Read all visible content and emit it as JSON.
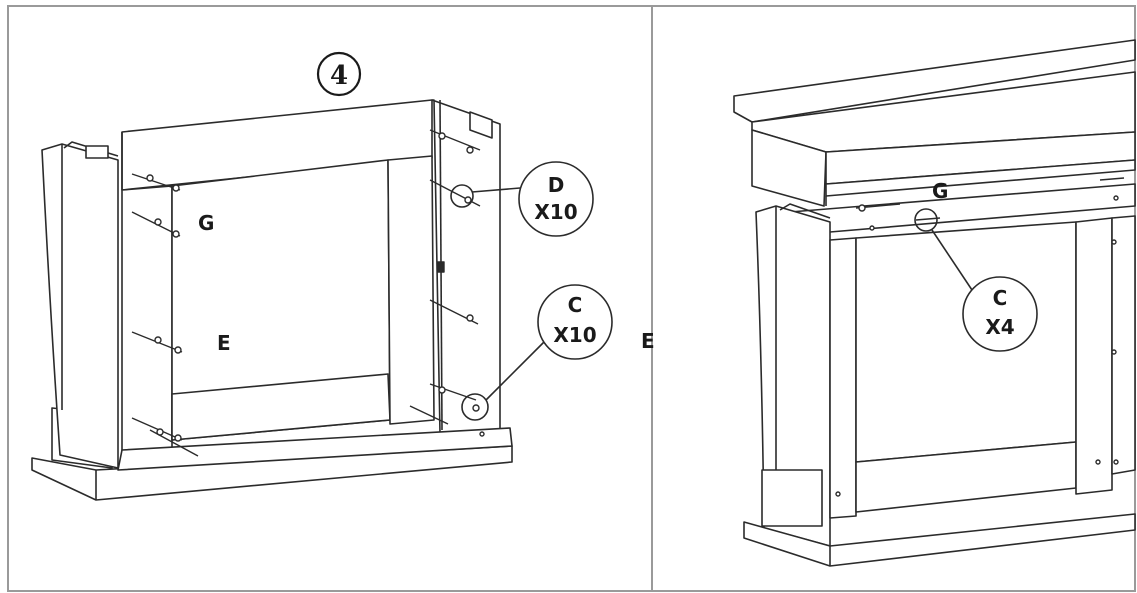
{
  "step": {
    "number": "4"
  },
  "left_panel": {
    "labels": {
      "g": "G",
      "e": "E"
    },
    "callout_d": {
      "part": "D",
      "qty": "X10"
    },
    "callout_c": {
      "part": "C",
      "qty": "X10"
    }
  },
  "divider_label": "E",
  "right_panel": {
    "labels": {
      "g": "G"
    },
    "callout_c": {
      "part": "C",
      "qty": "X4"
    }
  },
  "colors": {
    "line": "#2b2b2b",
    "panel": "#ffffff",
    "frame": "#9a9a9a"
  }
}
